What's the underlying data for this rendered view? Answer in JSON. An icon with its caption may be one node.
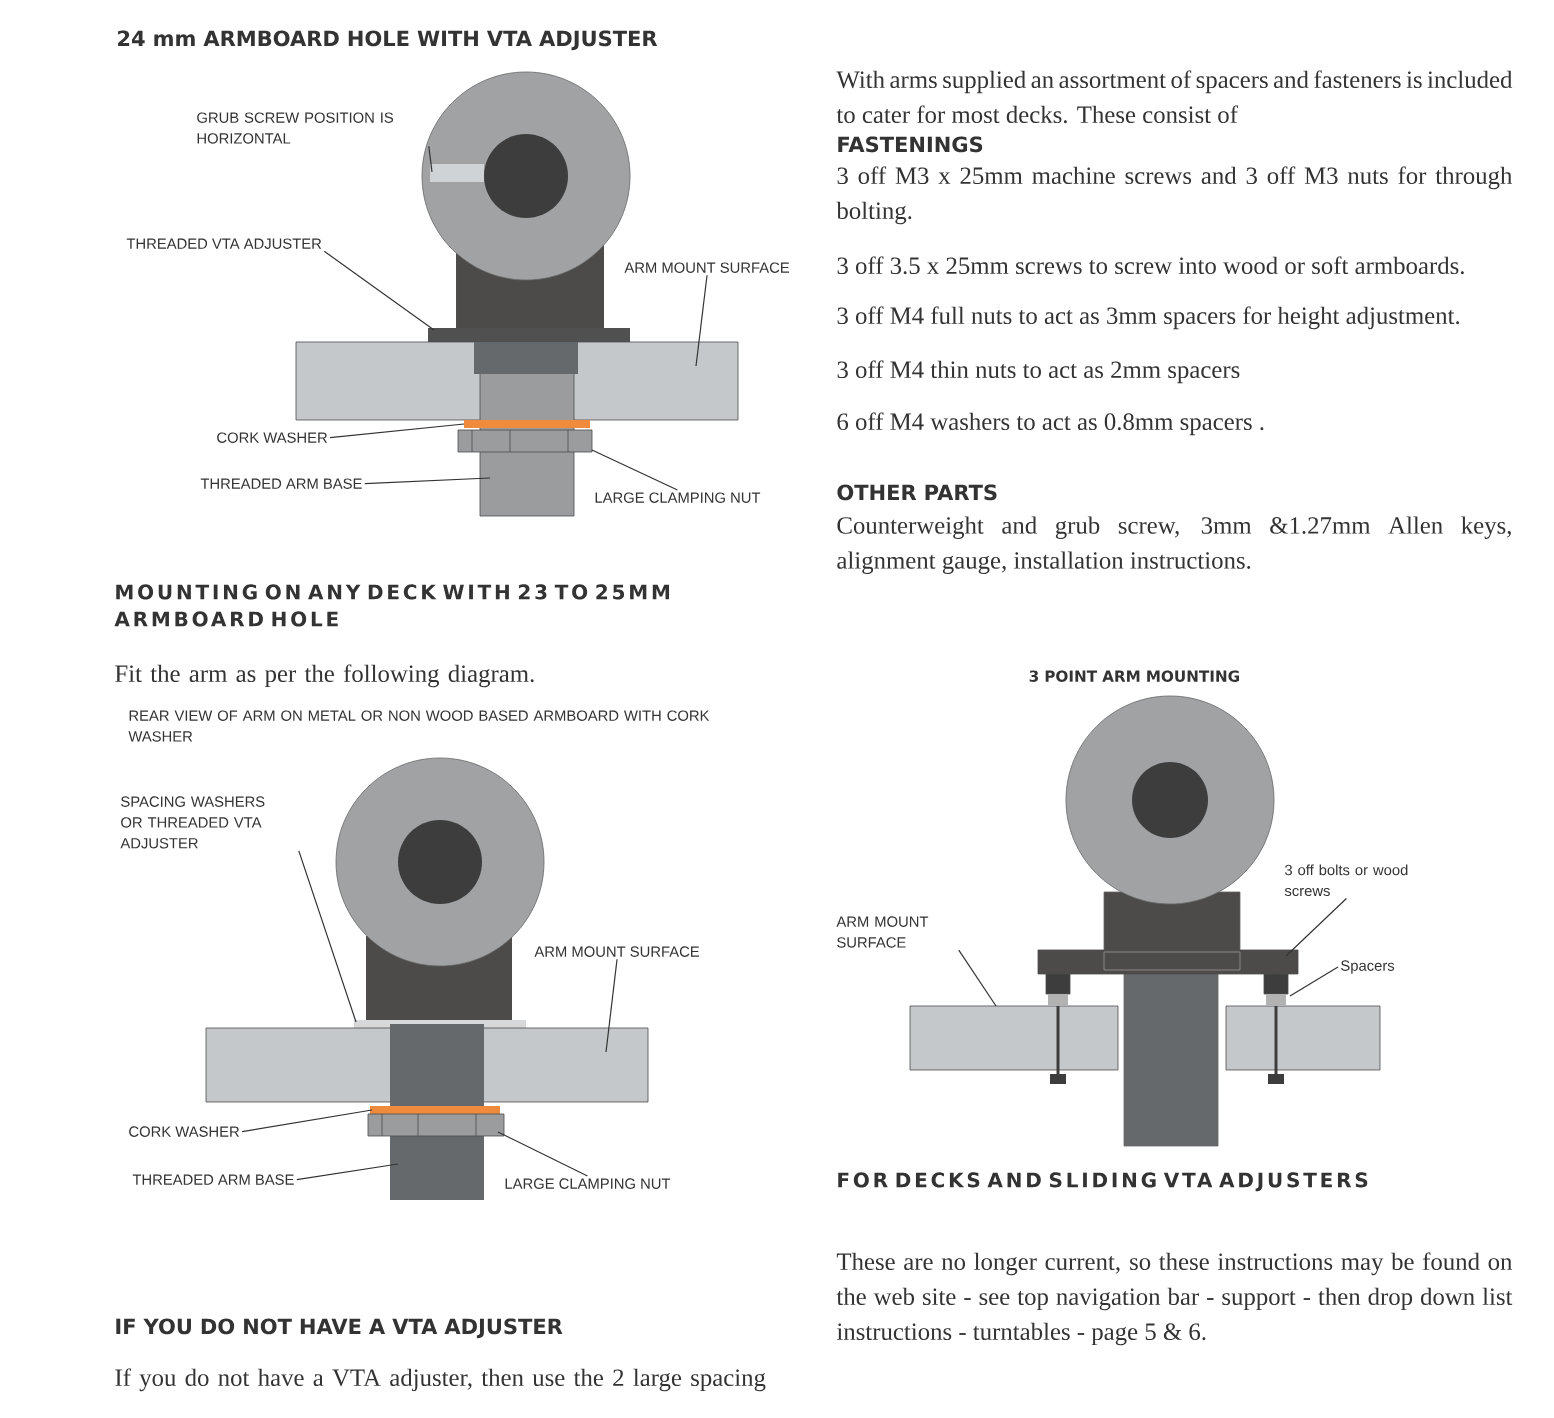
{
  "diagram": {
    "nodes": [
      {
        "text": [
          "GRUB SCREW POSITION IS HORIZONTAL"
        ]
      },
      {
        "text": [
          "THREADED VTA ADJUSTER"
        ]
      },
      {
        "text": [
          "ARM MOUNT SURFACE"
        ]
      },
      {
        "text": [
          "CORK WASHER"
        ]
      },
      {
        "text": [
          "THREADED ARM BASE"
        ]
      },
      {
        "text": [
          "LARGE CLAMPING NUT"
        ]
      },
      {
        "text": [
          "SPACING WASHERS OR THREADED VTA ADJUSTER"
        ]
      },
      {
        "text": [
          "ARM MOUNT SURFACE"
        ]
      },
      {
        "text": [
          "CORK WASHER"
        ]
      },
      {
        "text": [
          "THREADED ARM BASE"
        ]
      },
      {
        "text": [
          "LARGE CLAMPING NUT"
        ]
      },
      {
        "text": [
          "3 off bolts or wood screws"
        ]
      },
      {
        "text": [
          "ARM MOUNT SURFACE"
        ]
      },
      {
        "text": [
          "Spacers"
        ]
      }
    ],
    "edges": [
      {
        "from": 0,
        "to": null,
        "arrow": "none"
      },
      {
        "from": 1,
        "to": null,
        "arrow": "none"
      },
      {
        "from": 2,
        "to": null,
        "arrow": "none"
      },
      {
        "from": 3,
        "to": null,
        "arrow": "none"
      },
      {
        "from": 4,
        "to": null,
        "arrow": "none"
      },
      {
        "from": 5,
        "to": null,
        "arrow": "none"
      },
      {
        "from": 6,
        "to": null,
        "arrow": "none"
      },
      {
        "from": 7,
        "to": null,
        "arrow": "none"
      },
      {
        "from": 8,
        "to": null,
        "arrow": "none"
      },
      {
        "from": 9,
        "to": null,
        "arrow": "none"
      },
      {
        "from": 10,
        "to": null,
        "arrow": "none"
      },
      {
        "from": 11,
        "to": null,
        "arrow": "none"
      },
      {
        "from": 12,
        "to": null,
        "arrow": "none"
      },
      {
        "from": 13,
        "to": null,
        "arrow": "none"
      }
    ],
    "labels": [
      "24 mm ARMBOARD HOLE WITH VTA ADJUSTER",
      "MOUNTING ON ANY DECK WITH 23 TO 25MM ARMBOARD HOLE",
      "Fit the arm as per the following diagram.",
      "REAR VIEW OF ARM ON METAL OR NON WOOD BASED ARMBOARD WITH CORK WASHER",
      "IF YOU DO NOT HAVE A VTA ADJUSTER",
      "If you do not have a VTA adjuster, then use the 2 large spacing",
      "With arms supplied an assortment of spacers and fasteners is included to cater for most decks. These consist of",
      "FASTENINGS",
      "3 off M3 x 25mm machine screws and 3 off M3 nuts for through bolting.",
      "3 off 3.5 x 25mm screws to screw into wood or soft armboards.",
      "3 off M4 full nuts to act as 3mm spacers for height adjustment.",
      "3 off M4 thin nuts to act as 2mm spacers",
      "6 off M4 washers to act as 0.8mm spacers .",
      "OTHER PARTS",
      "Counterweight and grub screw, 3mm &1.27mm Allen keys, alignment gauge, installation instructions.",
      "3 POINT ARM MOUNTING",
      "FOR DECKS AND SLIDING VTA ADJUSTERS",
      "These are no longer current, so these instructions may be found on the web site - see top navigation bar - support - then drop down list instructions - turntables - page 5 & 6."
    ]
  }
}
